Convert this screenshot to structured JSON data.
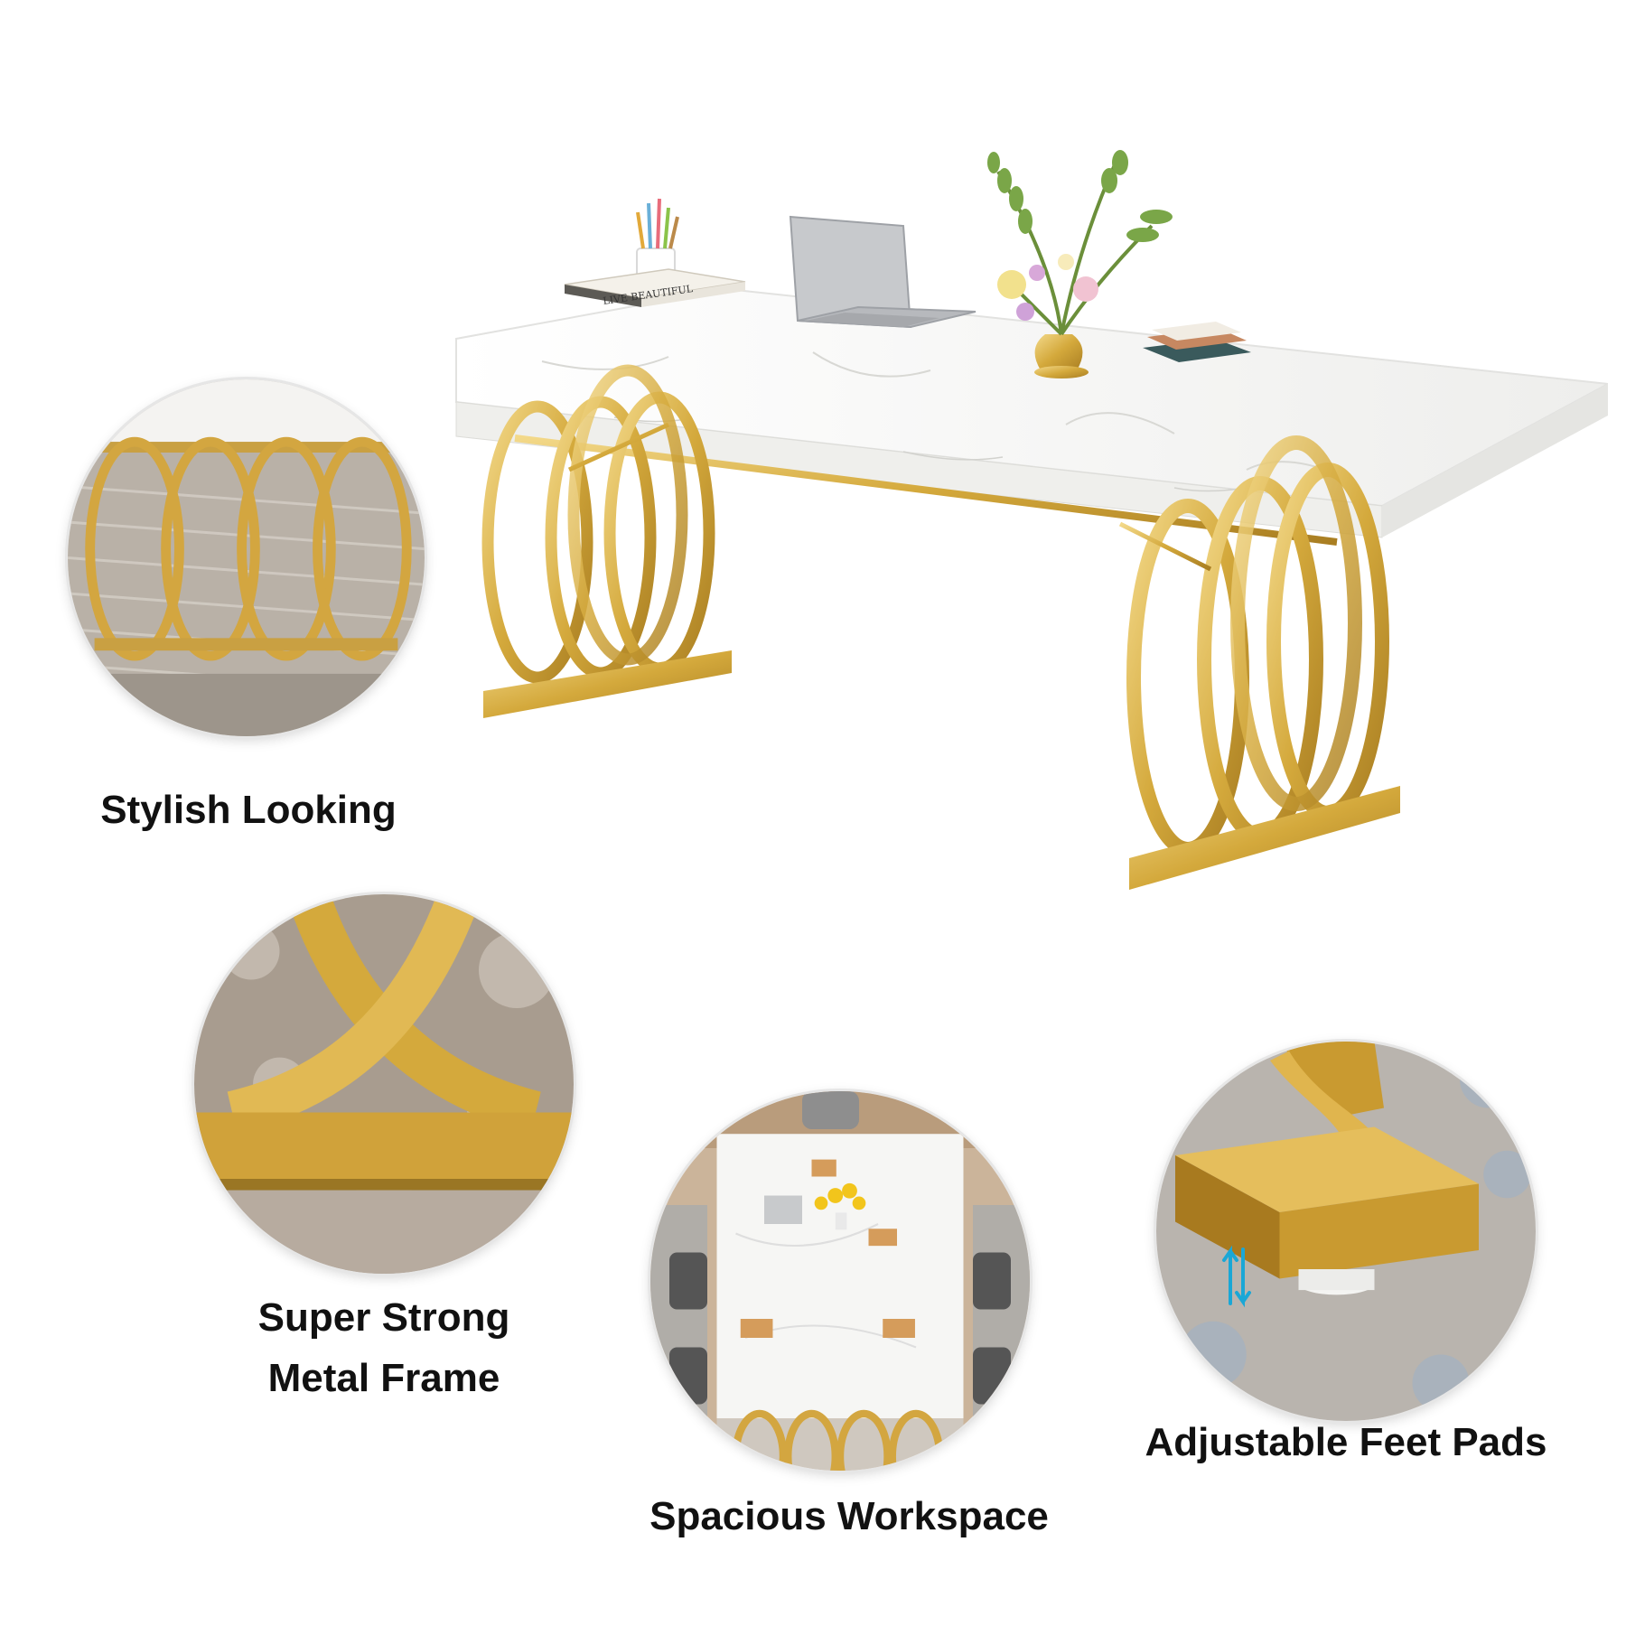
{
  "captions": {
    "stylish": "Stylish Looking",
    "strong_line1": "Super Strong",
    "strong_line2": "Metal Frame",
    "spacious": "Spacious Workspace",
    "feet": "Adjustable Feet Pads"
  },
  "props": {
    "book_title": "LIVE BEAUTIFUL"
  },
  "colors": {
    "gold": "#d9b24a",
    "gold_dark": "#b68a2a",
    "gold_light": "#f1d27c",
    "marble": "#f5f5f3",
    "text": "#111111",
    "arrow_blue": "#1aa7d6"
  },
  "icons": [
    "adjust-arrows-icon"
  ]
}
